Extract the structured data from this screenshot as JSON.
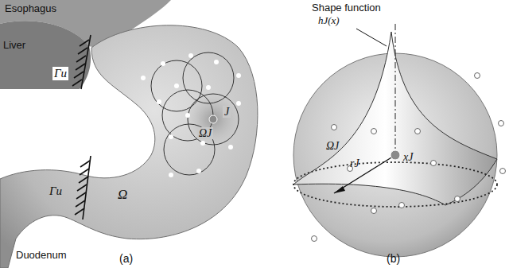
{
  "diagram": {
    "labels": [
      "Esophagus",
      "Liver",
      "Γu",
      "J",
      "ΩJ",
      "Ω",
      "Γu",
      "Duodenum",
      "(a)",
      "Shape function",
      "hJ(x)",
      "ΩJ",
      "xJ",
      "rJ",
      "(b)"
    ]
  }
}
